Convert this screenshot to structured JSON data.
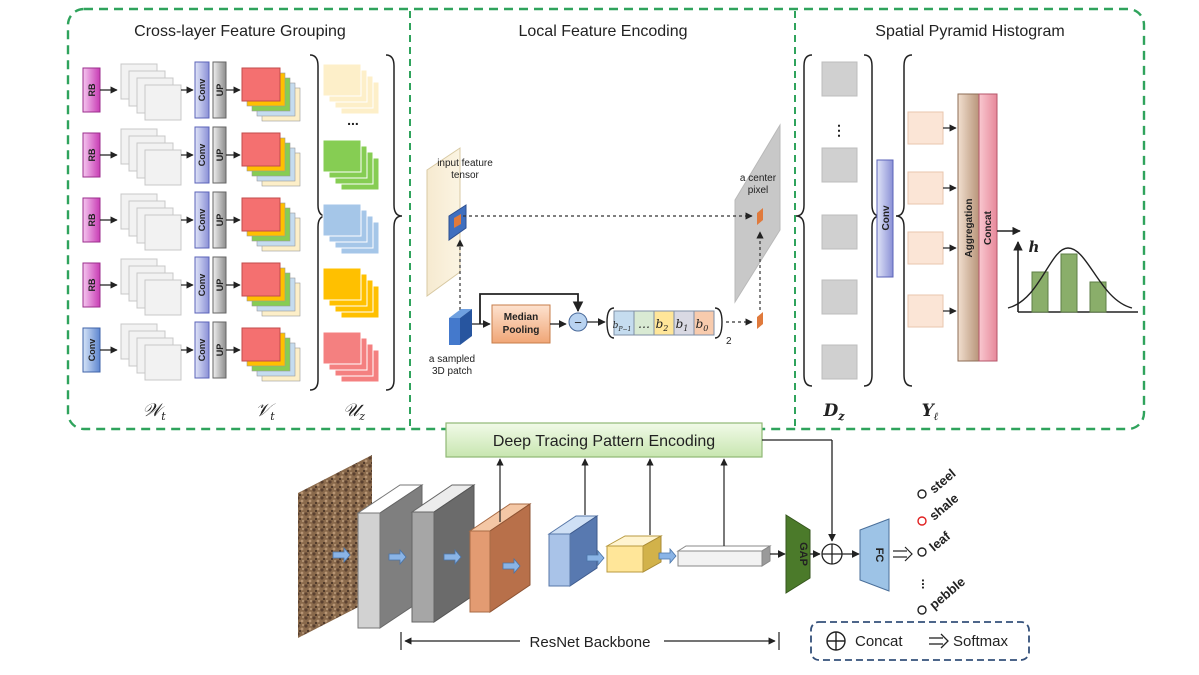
{
  "sections": {
    "grouping": "Cross-layer Feature Grouping",
    "encoding": "Local Feature Encoding",
    "pyramid": "Spatial Pyramid Histogram"
  },
  "grouping": {
    "row_inputs": [
      "RB",
      "RB",
      "RB",
      "RB",
      "Conv"
    ],
    "conv_label": "Conv",
    "up_label": "UP",
    "ellipsis": "...",
    "cluster_colors": [
      "#fdefc9",
      "#86cd53",
      "#a5c6e8",
      "#ffc000",
      "#f48080"
    ],
    "labels": {
      "w": "𝒲",
      "w_sub": "t",
      "v": "𝒱",
      "v_sub": "t",
      "u": "𝒰",
      "u_sub": "z"
    }
  },
  "encoding": {
    "input_label": [
      "input feature",
      "tensor"
    ],
    "center_label": [
      "a center",
      "pixel"
    ],
    "patch_label": [
      "a sampled",
      "3D patch"
    ],
    "median_pooling": [
      "Median",
      "Pooling"
    ],
    "minus": "−",
    "bits": [
      {
        "main": "b",
        "sub": "P−1",
        "color": "#c5dcef"
      },
      {
        "main": "…",
        "sub": "",
        "color": "#d9ead3"
      },
      {
        "main": "b",
        "sub": "2",
        "color": "#ffe699"
      },
      {
        "main": "b",
        "sub": "1",
        "color": "#d9d9e3"
      },
      {
        "main": "b",
        "sub": "0",
        "color": "#f8cbad"
      }
    ],
    "norm_sub": "2"
  },
  "pyramid": {
    "dots": "⋮",
    "conv_label": "Conv",
    "aggregation_label": "Aggregation",
    "concat_label": "Concat",
    "hist_label": "h",
    "d_label": "D",
    "d_sub": "z",
    "y_label": "Y",
    "y_sub": "ℓ"
  },
  "bottom": {
    "dtpe_label": "Deep Tracing Pattern Encoding",
    "gap_label": "GAP",
    "fc_label": "FC",
    "backbone_label": "ResNet Backbone",
    "outputs": [
      {
        "label": "steel",
        "color": "#222222"
      },
      {
        "label": "shale",
        "color": "#e02020"
      },
      {
        "label": "leaf",
        "color": "#222222"
      },
      {
        "label": "...",
        "color": "#222222"
      },
      {
        "label": "pebble",
        "color": "#222222"
      }
    ],
    "legend": {
      "concat": "Concat",
      "softmax": "Softmax"
    }
  }
}
